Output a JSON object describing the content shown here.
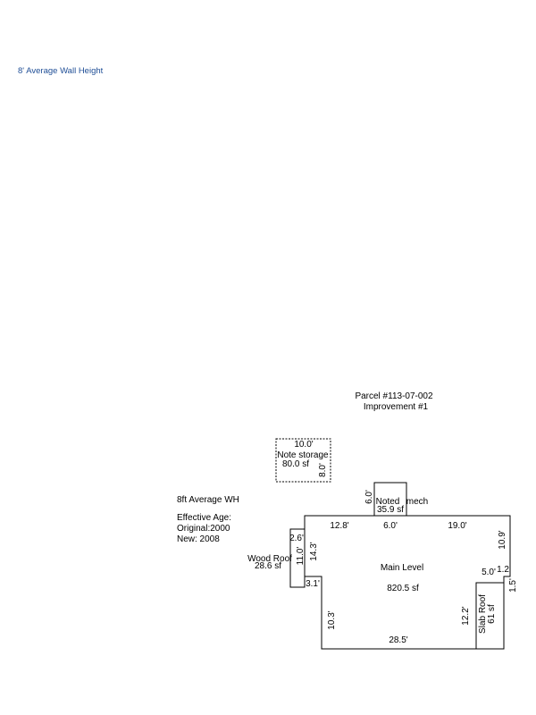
{
  "header_note": "8' Average Wall Height",
  "colors": {
    "header_note": "#1f4e96",
    "line": "#000000",
    "background": "#ffffff"
  },
  "parcel": {
    "id": "Parcel #113-07-002",
    "improvement": "Improvement #1"
  },
  "info": {
    "wall_height": "8ft Average WH",
    "effective_age": "Effective Age:",
    "original": "Original:2000",
    "new": "New: 2008"
  },
  "areas": {
    "storage_name": "Note storage",
    "storage_sf": "80.0 sf",
    "mech_name": "Noted",
    "mech_suffix": "mech",
    "mech_sf": "35.9 sf",
    "wood_roof_name": "Wood Roof",
    "wood_roof_sf": "28.6 sf",
    "main_name": "Main Level",
    "main_sf": "820.5 sf",
    "slab_roof_name": "Slab Roof",
    "slab_roof_sf": "61 sf"
  },
  "dimensions": {
    "storage_width": "10.0'",
    "storage_depth": "8.0'",
    "mech_depth": "6.0'",
    "mech_width": "6.0'",
    "top_left": "12.8'",
    "top_right": "19.0'",
    "right_upper": "10.9'",
    "right_step": "1.2'",
    "right_lower": "1.5'",
    "slab_width": "5.0'",
    "slab_height": "12.2'",
    "bottom": "28.5'",
    "left_lower": "10.3'",
    "left_step": "3.1'",
    "left_upper": "14.3'",
    "wood_height": "11.0'",
    "wood_width": "2.6'"
  }
}
